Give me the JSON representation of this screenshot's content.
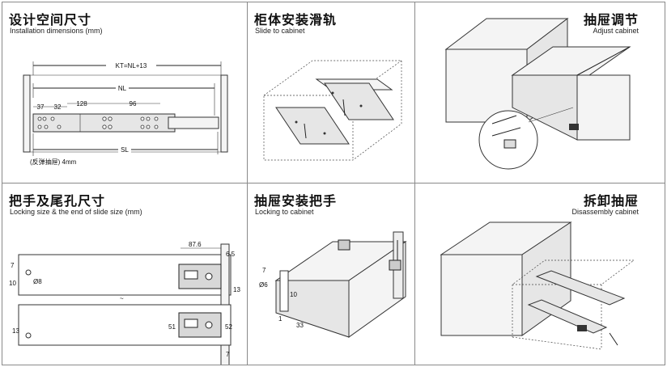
{
  "panels": {
    "install": {
      "title_zh": "设计空间尺寸",
      "title_en": "Installation dimensions (mm)",
      "dims": {
        "kt": "KT=NL+13",
        "nl": "NL",
        "sl": "SL",
        "d37": "37",
        "d32": "32",
        "d128": "128",
        "d96": "96",
        "note": "(反弹抽屉) 4mm"
      }
    },
    "slide": {
      "title_zh": "柜体安装滑轨",
      "title_en": "Slide to cabinet"
    },
    "adjust": {
      "title_zh": "抽屉调节",
      "title_en": "Adjust cabinet"
    },
    "locking": {
      "title_zh": "把手及尾孔尺寸",
      "title_en": "Locking size & the end of slide size (mm)",
      "dims": {
        "d87_6": "87.6",
        "d6_5": "6.5",
        "d7a": "7",
        "d10": "10",
        "d13a": "13",
        "d13b": "13",
        "d51": "51",
        "d52": "52",
        "d7b": "7",
        "d8": "Ø8"
      }
    },
    "lock_cab": {
      "title_zh": "抽屉安装把手",
      "title_en": "Locking to cabinet",
      "dims": {
        "d7": "7",
        "d6": "Ø6",
        "d10": "10",
        "d33": "33",
        "d1": "1"
      }
    },
    "disassembly": {
      "title_zh": "拆卸抽屉",
      "title_en": "Disassembly cabinet"
    }
  }
}
